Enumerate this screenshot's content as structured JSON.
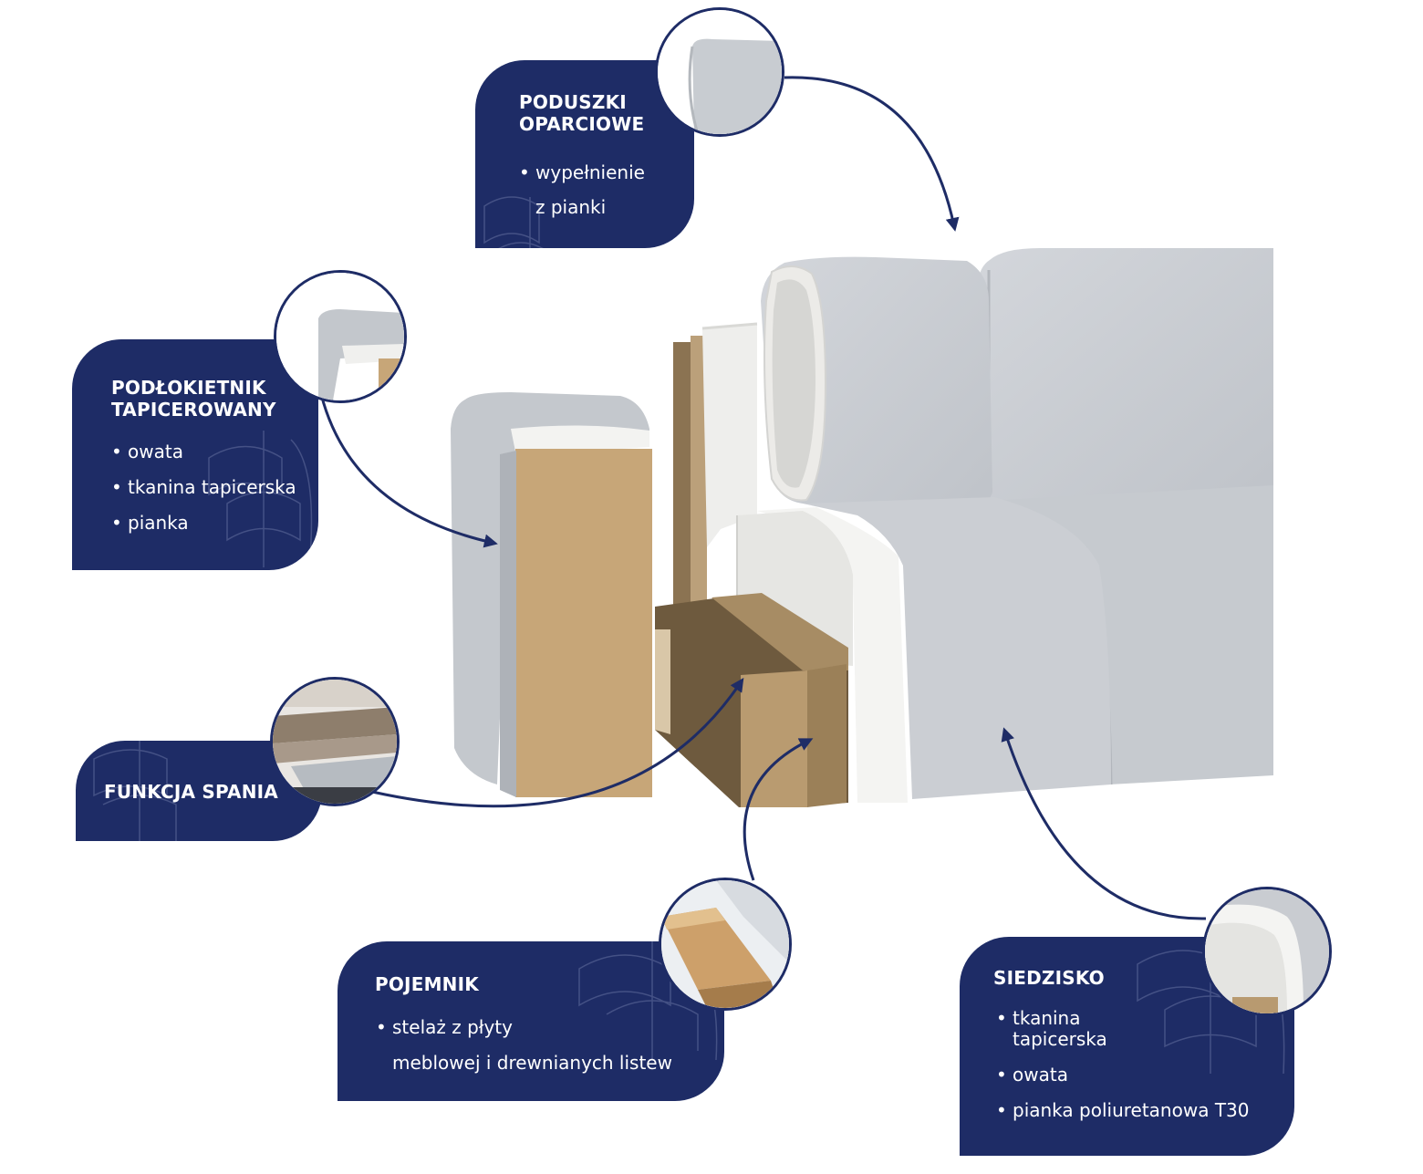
{
  "colors": {
    "card": "#1e2c66",
    "connector": "#1e2c66",
    "fabric": "#c9ccd1",
    "board": "#c9a77a",
    "foam": "#f1f1ef"
  },
  "callouts": {
    "backrest": {
      "title": [
        "PODUSZKI",
        "OPARCIOWE"
      ],
      "items": [
        "wypełnienie",
        "z pianki"
      ]
    },
    "armrest": {
      "title": [
        "PODŁOKIETNIK",
        "TAPICEROWANY"
      ],
      "items": [
        "owata",
        "tkanina tapicerska",
        "pianka"
      ]
    },
    "sleep": {
      "title": "FUNKCJA SPANIA"
    },
    "storage": {
      "title": "POJEMNIK",
      "items": [
        "stelaż z płyty",
        "meblowej i drewnianych listew"
      ]
    },
    "seat": {
      "title": "SIEDZISKO",
      "items": [
        "tkanina tapicerska",
        "owata",
        "pianka poliuretanowa  T30"
      ]
    }
  }
}
